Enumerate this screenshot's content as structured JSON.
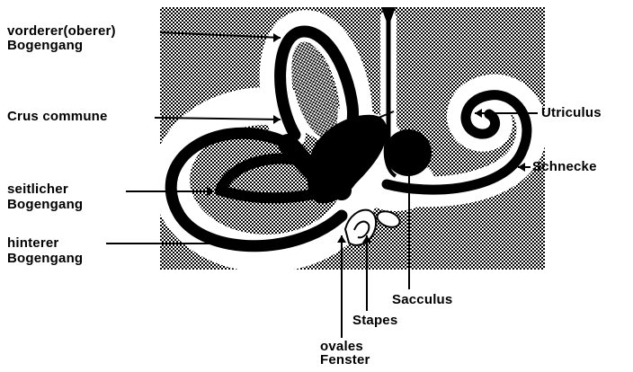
{
  "labels": {
    "anterior_canal_line1": "vorderer(oberer)",
    "anterior_canal_line2": "Bogengang",
    "crus_commune": "Crus commune",
    "lateral_canal_line1": "seitlicher",
    "lateral_canal_line2": "Bogengang",
    "posterior_canal_line1": "hinterer",
    "posterior_canal_line2": "Bogengang",
    "utriculus": "Utriculus",
    "schnecke": "Schnecke",
    "sacculus": "Sacculus",
    "stapes": "Stapes",
    "oval_window_line1": "ovales",
    "oval_window_line2": "Fenster"
  },
  "colors": {
    "ink": "#000000",
    "paper": "#ffffff",
    "bone_texture": "#8a8a8a"
  }
}
